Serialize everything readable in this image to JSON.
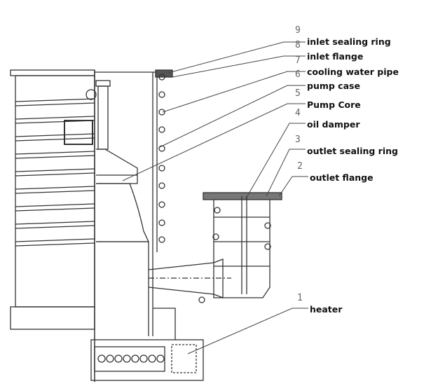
{
  "parts": [
    {
      "number": "9",
      "label": "inlet sealing ring"
    },
    {
      "number": "8",
      "label": "inlet flange"
    },
    {
      "number": "7",
      "label": "cooling water pipe"
    },
    {
      "number": "6",
      "label": "pump case"
    },
    {
      "number": "5",
      "label": "Pump Core"
    },
    {
      "number": "4",
      "label": "oil damper"
    },
    {
      "number": "3",
      "label": "outlet sealing ring"
    },
    {
      "number": "2",
      "label": "outlet flange"
    },
    {
      "number": "1",
      "label": "heater"
    }
  ],
  "colors": {
    "line": "#333333",
    "label": "#111111",
    "number": "#666666"
  }
}
